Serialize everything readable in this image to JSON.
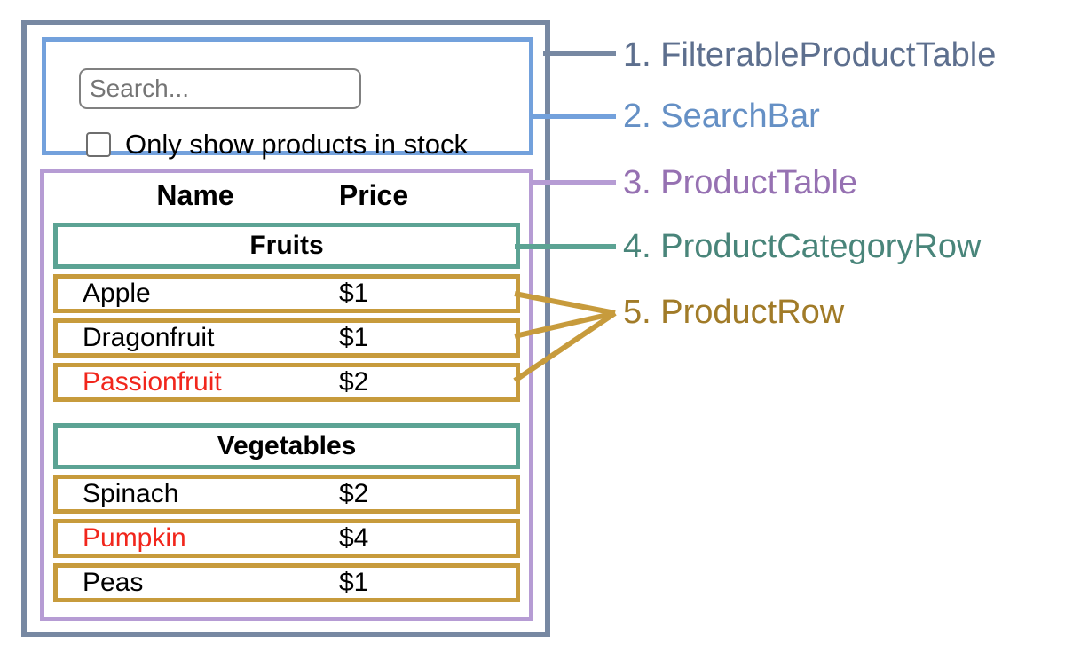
{
  "search_bar": {
    "placeholder": "Search...",
    "checkbox_label": "Only show products in stock",
    "checkbox_checked": false
  },
  "table": {
    "headers": [
      "Name",
      "Price"
    ],
    "sections": [
      {
        "category": "Fruits",
        "rows": [
          {
            "name": "Apple",
            "price": "$1",
            "name_red": false
          },
          {
            "name": "Dragonfruit",
            "price": "$1",
            "name_red": false
          },
          {
            "name": "Passionfruit",
            "price": "$2",
            "name_red": true
          }
        ]
      },
      {
        "category": "Vegetables",
        "rows": [
          {
            "name": "Spinach",
            "price": "$2",
            "name_red": false
          },
          {
            "name": "Pumpkin",
            "price": "$4",
            "name_red": true
          },
          {
            "name": "Peas",
            "price": "$1",
            "name_red": false
          }
        ]
      }
    ]
  },
  "annotations": [
    {
      "key": "filterable-product-table-label",
      "text": "1. FilterableProductTable",
      "color": "#5d6f8e"
    },
    {
      "key": "search-bar-label",
      "text": "2. SearchBar",
      "color": "#6590c5"
    },
    {
      "key": "product-table-label",
      "text": "3. ProductTable",
      "color": "#9671b2"
    },
    {
      "key": "product-category-row-label",
      "text": "4. ProductCategoryRow",
      "color": "#49857a"
    },
    {
      "key": "product-row-label",
      "text": "5. ProductRow",
      "color": "#a17b28"
    }
  ],
  "palette": {
    "outer_border": "#7788a2",
    "search_border": "#73a1dc",
    "table_border": "#b69cd4",
    "category_border": "#5ca394",
    "row_border": "#c79b3c",
    "red_text": "#f1261c",
    "text": "#000000",
    "input_border": "#808080",
    "placeholder": "#757575"
  }
}
